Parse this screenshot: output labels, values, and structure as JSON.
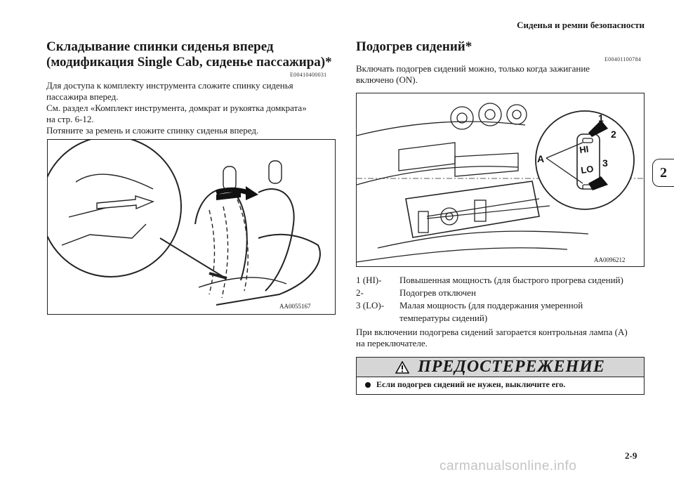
{
  "header": {
    "running_title": "Сиденья и ремни безопасности"
  },
  "chapter_tab": "2",
  "left_section": {
    "title_line1": "Складывание спинки сиденья вперед",
    "title_line2": "(модификация Single Cab, сиденье пассажира)*",
    "code": "E00410400031",
    "paragraphs": [
      "Для доступа к комплекту инструмента сложите спинку сиденья",
      "пассажира вперед.",
      "См. раздел «Комплект инструмента, домкрат и рукоятка домкрата»",
      "на стр. 6-12.",
      "Потяните за ремень и сложите спинку сиденья вперед."
    ],
    "figure_code": "AA0055167"
  },
  "right_section": {
    "title": "Подогрев сидений*",
    "code": "E00401100784",
    "intro_line1": "Включать подогрев сидений можно, только когда зажигание",
    "intro_line2": "включено (ON).",
    "figure_code": "AA0096212",
    "callouts": {
      "n1": "1",
      "n2": "2",
      "n3": "3",
      "a": "A",
      "hi": "HI",
      "lo": "LO"
    },
    "legend": [
      {
        "key": "1 (HI)-",
        "text": "Повышенная мощность (для быстрого прогрева сидений)"
      },
      {
        "key": "2-",
        "text": "Подогрев отключен"
      },
      {
        "key": "3 (LO)-",
        "text": "Малая мощность (для поддержания умеренной"
      },
      {
        "key": "",
        "text": "температуры сидений)"
      }
    ],
    "note_line1": "При включении подогрева сидений загорается контрольная лампа (A)",
    "note_line2": "на переключателе."
  },
  "warning": {
    "title": "ПРЕДОСТЕРЕЖЕНИЕ",
    "item": "Если подогрев сидений не нужен, выключите его."
  },
  "page_number": "2-9",
  "watermark": "carmanualsonline.info"
}
